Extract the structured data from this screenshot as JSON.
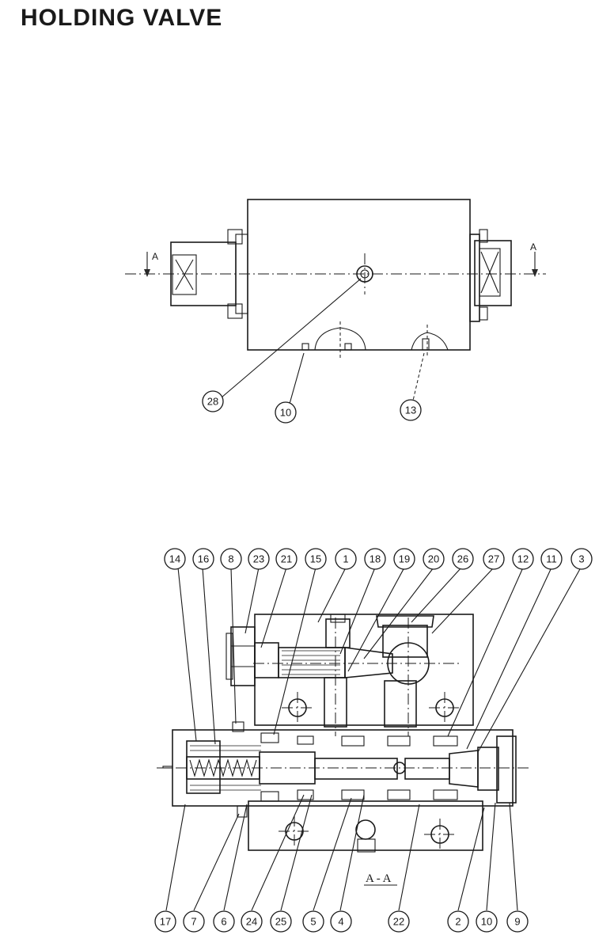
{
  "title": "HOLDING VALVE",
  "section_marker": "A",
  "section_label": "A - A",
  "top_view_callouts": [
    "28",
    "10",
    "13"
  ],
  "section_callouts_top": [
    "14",
    "16",
    "8",
    "23",
    "21",
    "15",
    "1",
    "18",
    "19",
    "20",
    "26",
    "27",
    "12",
    "11",
    "3"
  ],
  "section_callouts_bottom": [
    "17",
    "7",
    "6",
    "24",
    "25",
    "5",
    "4",
    "22",
    "2",
    "10",
    "9"
  ]
}
